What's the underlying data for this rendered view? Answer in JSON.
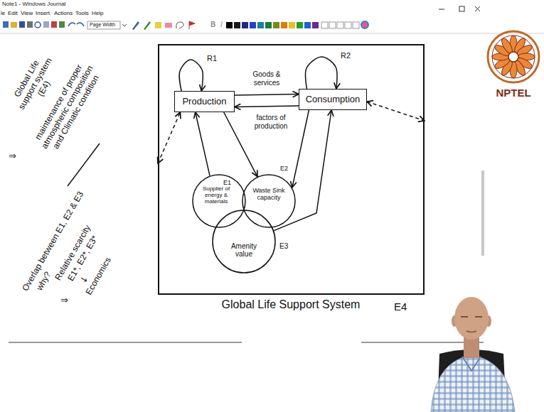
{
  "diagram": {
    "nodes": [
      {
        "text": [
          "Global Life Support System",
          "E4"
        ]
      },
      {
        "text": [
          "Production"
        ],
        "in": 0
      },
      {
        "text": [
          "Consumption"
        ],
        "in": 0
      },
      {
        "text": [
          "E1",
          "Supplier of energy & materials"
        ],
        "in": 0
      },
      {
        "text": [
          "E2",
          "Waste Sink capacity"
        ],
        "in": 0
      },
      {
        "text": [
          "Amenity value",
          "E3"
        ],
        "in": 0
      }
    ],
    "edges": [
      {
        "from": 1,
        "to": 2,
        "label": "Goods & services",
        "arrow": "to"
      },
      {
        "from": 2,
        "to": 1,
        "label": "factors of production",
        "arrow": "to"
      },
      {
        "from": 1,
        "to": 1,
        "label": "R1",
        "arrow": "to"
      },
      {
        "from": 2,
        "to": 2,
        "label": "R2",
        "arrow": "to"
      },
      {
        "from": 3,
        "to": 1,
        "arrow": "to"
      },
      {
        "from": 1,
        "to": 4,
        "arrow": "to"
      },
      {
        "from": 2,
        "to": 4,
        "arrow": "to"
      },
      {
        "from": 5,
        "to": 2,
        "arrow": "to"
      },
      {
        "from": 0,
        "to": 1,
        "arrow": "both"
      },
      {
        "from": 2,
        "to": 0,
        "arrow": "both"
      }
    ],
    "labels": [
      "Note1 - Windows Journal",
      "le",
      "Edit",
      "View",
      "Insert",
      "Actions",
      "Tools",
      "Help",
      "Page Width",
      "B",
      "I",
      "NPTEL",
      "Global Life support system (E4)",
      "⇒",
      "maintenance of proper atmospheric composition and Climatic condition",
      "Overlap between E1, E2 & E3",
      "why?",
      "Relative scarcity",
      "E1*, E2*, E3*",
      "↓",
      "⇒",
      "Economics"
    ]
  }
}
